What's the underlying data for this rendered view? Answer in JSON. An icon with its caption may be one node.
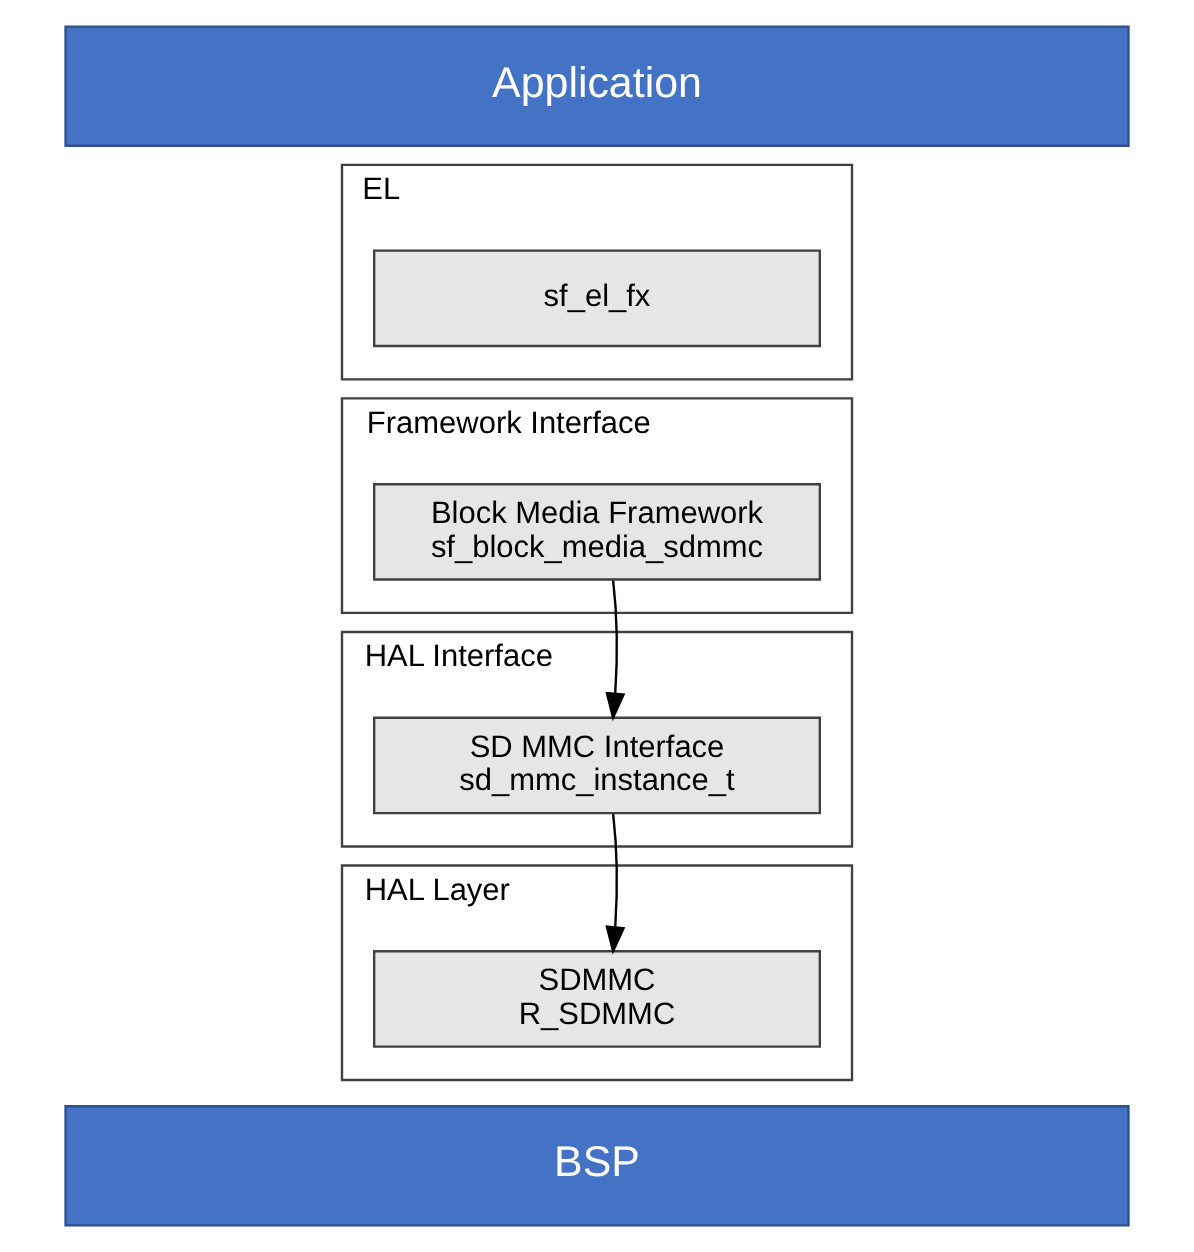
{
  "diagram": {
    "nodes": [
      {
        "text": [
          "Application"
        ]
      },
      {
        "text": [
          "EL"
        ]
      },
      {
        "text": [
          "sf_el_fx"
        ],
        "in": 1
      },
      {
        "text": [
          "Framework Interface"
        ]
      },
      {
        "text": [
          "Block Media Framework",
          "sf_block_media_sdmmc"
        ],
        "in": 3
      },
      {
        "text": [
          "HAL Interface"
        ]
      },
      {
        "text": [
          "SD MMC Interface",
          "sd_mmc_instance_t"
        ],
        "in": 5
      },
      {
        "text": [
          "HAL Layer"
        ]
      },
      {
        "text": [
          "SDMMC",
          "R_SDMMC"
        ],
        "in": 7
      },
      {
        "text": [
          "BSP"
        ]
      }
    ],
    "edges": [
      {
        "from": 4,
        "to": 6,
        "arrow": "to"
      },
      {
        "from": 6,
        "to": 8,
        "arrow": "to"
      }
    ]
  }
}
